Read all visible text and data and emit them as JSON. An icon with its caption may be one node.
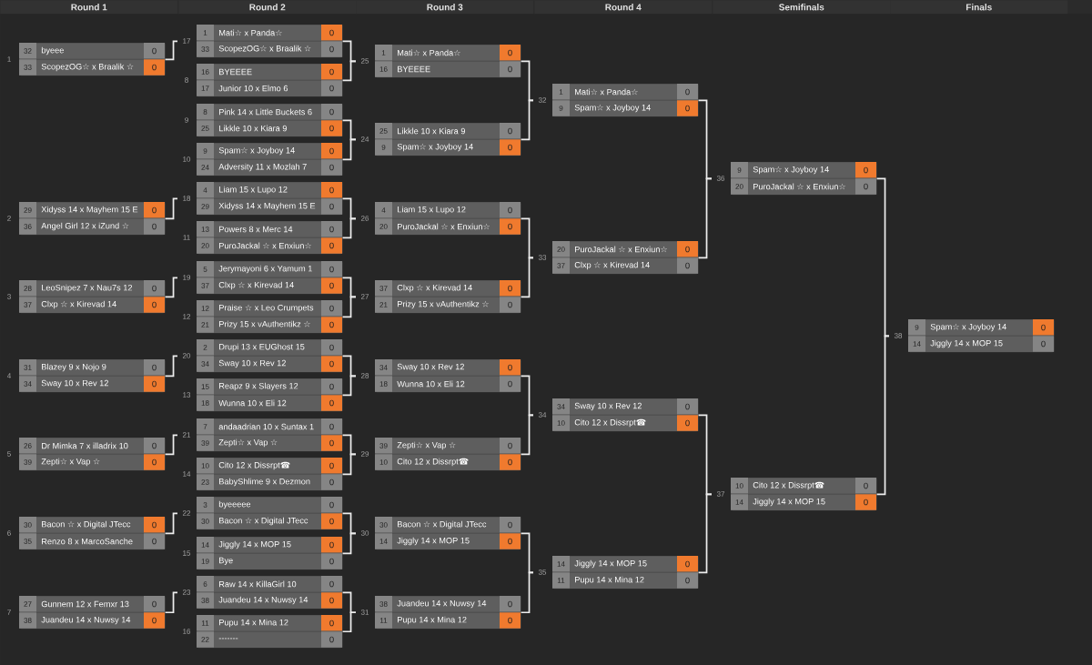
{
  "diagram": {
    "nodes": [
      {
        "text": [
          "Round 1"
        ]
      },
      {
        "text": [
          "Round 2"
        ]
      },
      {
        "text": [
          "Round 3"
        ]
      },
      {
        "text": [
          "Round 4"
        ]
      },
      {
        "text": [
          "Semifinals"
        ]
      },
      {
        "text": [
          "Finals"
        ]
      },
      {
        "text": [],
        "shape": "box",
        "beside": [
          "1"
        ]
      },
      {
        "text": [
          "32",
          "byeee",
          "0"
        ],
        "in": 6
      },
      {
        "text": [
          "33",
          "ScopezOG☆ x Braalik ☆",
          "0"
        ],
        "in": 6
      },
      {
        "text": [],
        "shape": "box",
        "beside": [
          "2"
        ]
      },
      {
        "text": [
          "29",
          "Xidyss 14 x Mayhem 15 E",
          "0"
        ],
        "in": 9
      },
      {
        "text": [
          "36",
          "Angel Girl 12 x iZund ☆",
          "0"
        ],
        "in": 9
      },
      {
        "text": [],
        "shape": "box",
        "beside": [
          "3"
        ]
      },
      {
        "text": [
          "28",
          "LeoSnipez 7 x Nau7s 12",
          "0"
        ],
        "in": 12
      },
      {
        "text": [
          "37",
          "Clxp ☆ x Kirevad 14",
          "0"
        ],
        "in": 12
      },
      {
        "text": [],
        "shape": "box",
        "beside": [
          "4"
        ]
      },
      {
        "text": [
          "31",
          "Blazey 9 x Nojo 9",
          "0"
        ],
        "in": 15
      },
      {
        "text": [
          "34",
          "Sway 10 x Rev 12",
          "0"
        ],
        "in": 15
      },
      {
        "text": [],
        "shape": "box",
        "beside": [
          "5"
        ]
      },
      {
        "text": [
          "26",
          "Dr Mimka 7 x illadrix 10",
          "0"
        ],
        "in": 18
      },
      {
        "text": [
          "39",
          "Zepti☆ x Vap ☆",
          "0"
        ],
        "in": 18
      },
      {
        "text": [],
        "shape": "box",
        "beside": [
          "6"
        ]
      },
      {
        "text": [
          "30",
          "Bacon ☆ x Digital JTecc",
          "0"
        ],
        "in": 21
      },
      {
        "text": [
          "35",
          "Renzo 8 x MarcoSanche",
          "0"
        ],
        "in": 21
      },
      {
        "text": [],
        "shape": "box",
        "beside": [
          "7"
        ]
      },
      {
        "text": [
          "27",
          "Gunnem 12 x Femxr 13",
          "0"
        ],
        "in": 24
      },
      {
        "text": [
          "38",
          "Juandeu 14 x Nuwsy 14",
          "0"
        ],
        "in": 24
      },
      {
        "text": [],
        "shape": "box",
        "beside": [
          "17"
        ]
      },
      {
        "text": [
          "1",
          "Mati☆ x Panda☆",
          "0"
        ],
        "in": 27
      },
      {
        "text": [
          "33",
          "ScopezOG☆ x Braalik ☆",
          "0"
        ],
        "in": 27
      },
      {
        "text": [],
        "shape": "box",
        "beside": [
          "8"
        ]
      },
      {
        "text": [
          "16",
          "BYEEEE",
          "0"
        ],
        "in": 30
      },
      {
        "text": [
          "17",
          "Junior 10 x Elmo 6",
          "0"
        ],
        "in": 30
      },
      {
        "text": [],
        "shape": "box",
        "beside": [
          "9"
        ]
      },
      {
        "text": [
          "8",
          "Pink 14 x Little Buckets 6",
          "0"
        ],
        "in": 33
      },
      {
        "text": [
          "25",
          "Likkle 10 x Kiara 9",
          "0"
        ],
        "in": 33
      },
      {
        "text": [],
        "shape": "box",
        "beside": [
          "10"
        ]
      },
      {
        "text": [
          "9",
          "Spam☆ x Joyboy 14",
          "0"
        ],
        "in": 36
      },
      {
        "text": [
          "24",
          "Adversity 11 x Mozlah 7",
          "0"
        ],
        "in": 36
      },
      {
        "text": [],
        "shape": "box",
        "beside": [
          "18"
        ]
      },
      {
        "text": [
          "4",
          "Liam 15 x Lupo 12",
          "0"
        ],
        "in": 39
      },
      {
        "text": [
          "29",
          "Xidyss 14 x Mayhem 15 E",
          "0"
        ],
        "in": 39
      },
      {
        "text": [],
        "shape": "box",
        "beside": [
          "11"
        ]
      },
      {
        "text": [
          "13",
          "Powers 8 x Merc 14",
          "0"
        ],
        "in": 42
      },
      {
        "text": [
          "20",
          "PuroJackal ☆ x Enxiun☆",
          "0"
        ],
        "in": 42
      },
      {
        "text": [],
        "shape": "box",
        "beside": [
          "19"
        ]
      },
      {
        "text": [
          "5",
          "Jerymayoni 6 x Yamum 1",
          "0"
        ],
        "in": 45
      },
      {
        "text": [
          "37",
          "Clxp ☆ x Kirevad 14",
          "0"
        ],
        "in": 45
      },
      {
        "text": [],
        "shape": "box",
        "beside": [
          "12"
        ]
      },
      {
        "text": [
          "12",
          "Praise ☆ x Leo Crumpets",
          "0"
        ],
        "in": 48
      },
      {
        "text": [
          "21",
          "Prizy 15 x vAuthentikz ☆",
          "0"
        ],
        "in": 48
      },
      {
        "text": [],
        "shape": "box",
        "beside": [
          "20"
        ]
      },
      {
        "text": [
          "2",
          "Drupi 13 x EUGhost 15",
          "0"
        ],
        "in": 51
      },
      {
        "text": [
          "34",
          "Sway 10 x Rev 12",
          "0"
        ],
        "in": 51
      },
      {
        "text": [],
        "shape": "box",
        "beside": [
          "13"
        ]
      },
      {
        "text": [
          "15",
          "Reapz 9 x Slayers 12",
          "0"
        ],
        "in": 54
      },
      {
        "text": [
          "18",
          "Wunna 10 x Eli 12",
          "0"
        ],
        "in": 54
      },
      {
        "text": [],
        "shape": "box",
        "beside": [
          "21"
        ]
      },
      {
        "text": [
          "7",
          "andaadrian 10 x Suntax 1",
          "0"
        ],
        "in": 57
      },
      {
        "text": [
          "39",
          "Zepti☆ x Vap ☆",
          "0"
        ],
        "in": 57
      },
      {
        "text": [],
        "shape": "box",
        "beside": [
          "14"
        ]
      },
      {
        "text": [
          "10",
          "Cito 12 x Dissrpt☎",
          "0"
        ],
        "in": 60
      },
      {
        "text": [
          "23",
          "BabyShlime 9 x Dezmon",
          "0"
        ],
        "in": 60
      },
      {
        "text": [],
        "shape": "box",
        "beside": [
          "22"
        ]
      },
      {
        "text": [
          "3",
          "byeeeee",
          "0"
        ],
        "in": 63
      },
      {
        "text": [
          "30",
          "Bacon ☆ x Digital JTecc",
          "0"
        ],
        "in": 63
      },
      {
        "text": [],
        "shape": "box",
        "beside": [
          "15"
        ]
      },
      {
        "text": [
          "14",
          "Jiggly 14 x MOP 15",
          "0"
        ],
        "in": 66
      },
      {
        "text": [
          "19",
          "Bye",
          "0"
        ],
        "in": 66
      },
      {
        "text": [],
        "shape": "box",
        "beside": [
          "23"
        ]
      },
      {
        "text": [
          "6",
          "Raw 14 x KillaGirl 10",
          "0"
        ],
        "in": 69
      },
      {
        "text": [
          "38",
          "Juandeu 14 x Nuwsy 14",
          "0"
        ],
        "in": 69
      },
      {
        "text": [],
        "shape": "box",
        "beside": [
          "16"
        ]
      },
      {
        "text": [
          "11",
          "Pupu 14 x Mina 12",
          "0"
        ],
        "in": 72
      },
      {
        "text": [
          "22",
          "-------",
          "0"
        ],
        "in": 72
      },
      {
        "text": [],
        "shape": "box",
        "beside": [
          "25"
        ]
      },
      {
        "text": [
          "1",
          "Mati☆ x Panda☆",
          "0"
        ],
        "in": 75
      },
      {
        "text": [
          "16",
          "BYEEEE",
          "0"
        ],
        "in": 75
      },
      {
        "text": [],
        "shape": "box",
        "beside": [
          "24"
        ]
      },
      {
        "text": [
          "25",
          "Likkle 10 x Kiara 9",
          "0"
        ],
        "in": 78
      },
      {
        "text": [
          "9",
          "Spam☆ x Joyboy 14",
          "0"
        ],
        "in": 78
      },
      {
        "text": [],
        "shape": "box",
        "beside": [
          "26"
        ]
      },
      {
        "text": [
          "4",
          "Liam 15 x Lupo 12",
          "0"
        ],
        "in": 81
      },
      {
        "text": [
          "20",
          "PuroJackal ☆ x Enxiun☆",
          "0"
        ],
        "in": 81
      },
      {
        "text": [],
        "shape": "box",
        "beside": [
          "27"
        ]
      },
      {
        "text": [
          "37",
          "Clxp ☆ x Kirevad 14",
          "0"
        ],
        "in": 84
      },
      {
        "text": [
          "21",
          "Prizy 15 x vAuthentikz ☆",
          "0"
        ],
        "in": 84
      },
      {
        "text": [],
        "shape": "box",
        "beside": [
          "28"
        ]
      },
      {
        "text": [
          "34",
          "Sway 10 x Rev 12",
          "0"
        ],
        "in": 87
      },
      {
        "text": [
          "18",
          "Wunna 10 x Eli 12",
          "0"
        ],
        "in": 87
      },
      {
        "text": [],
        "shape": "box",
        "beside": [
          "29"
        ]
      },
      {
        "text": [
          "39",
          "Zepti☆ x Vap ☆",
          "0"
        ],
        "in": 90
      },
      {
        "text": [
          "10",
          "Cito 12 x Dissrpt☎",
          "0"
        ],
        "in": 90
      },
      {
        "text": [],
        "shape": "box",
        "beside": [
          "30"
        ]
      },
      {
        "text": [
          "30",
          "Bacon ☆ x Digital JTecc",
          "0"
        ],
        "in": 93
      },
      {
        "text": [
          "14",
          "Jiggly 14 x MOP 15",
          "0"
        ],
        "in": 93
      },
      {
        "text": [],
        "shape": "box",
        "beside": [
          "31"
        ]
      },
      {
        "text": [
          "38",
          "Juandeu 14 x Nuwsy 14",
          "0"
        ],
        "in": 96
      },
      {
        "text": [
          "11",
          "Pupu 14 x Mina 12",
          "0"
        ],
        "in": 96
      },
      {
        "text": [],
        "shape": "box",
        "beside": [
          "32"
        ]
      },
      {
        "text": [
          "1",
          "Mati☆ x Panda☆",
          "0"
        ],
        "in": 99
      },
      {
        "text": [
          "9",
          "Spam☆ x Joyboy 14",
          "0"
        ],
        "in": 99
      },
      {
        "text": [],
        "shape": "box",
        "beside": [
          "33"
        ]
      },
      {
        "text": [
          "20",
          "PuroJackal ☆ x Enxiun☆",
          "0"
        ],
        "in": 102
      },
      {
        "text": [
          "37",
          "Clxp ☆ x Kirevad 14",
          "0"
        ],
        "in": 102
      },
      {
        "text": [],
        "shape": "box",
        "beside": [
          "34"
        ]
      },
      {
        "text": [
          "34",
          "Sway 10 x Rev 12",
          "0"
        ],
        "in": 105
      },
      {
        "text": [
          "10",
          "Cito 12 x Dissrpt☎",
          "0"
        ],
        "in": 105
      },
      {
        "text": [],
        "shape": "box",
        "beside": [
          "35"
        ]
      },
      {
        "text": [
          "14",
          "Jiggly 14 x MOP 15",
          "0"
        ],
        "in": 108
      },
      {
        "text": [
          "11",
          "Pupu 14 x Mina 12",
          "0"
        ],
        "in": 108
      },
      {
        "text": [],
        "shape": "box",
        "beside": [
          "36"
        ]
      },
      {
        "text": [
          "9",
          "Spam☆ x Joyboy 14",
          "0"
        ],
        "in": 111
      },
      {
        "text": [
          "20",
          "PuroJackal ☆ x Enxiun☆",
          "0"
        ],
        "in": 111
      },
      {
        "text": [],
        "shape": "box",
        "beside": [
          "37"
        ]
      },
      {
        "text": [
          "10",
          "Cito 12 x Dissrpt☎",
          "0"
        ],
        "in": 114
      },
      {
        "text": [
          "14",
          "Jiggly 14 x MOP 15",
          "0"
        ],
        "in": 114
      },
      {
        "text": [],
        "shape": "box",
        "beside": [
          "38"
        ]
      },
      {
        "text": [
          "9",
          "Spam☆ x Joyboy 14",
          "0"
        ],
        "in": 117
      },
      {
        "text": [
          "14",
          "Jiggly 14 x MOP 15",
          "0"
        ],
        "in": 117
      }
    ],
    "edges": [
      {
        "from": 6,
        "to": 27,
        "arrow": "none"
      },
      {
        "from": 9,
        "to": 39,
        "arrow": "none"
      },
      {
        "from": 12,
        "to": 45,
        "arrow": "none"
      },
      {
        "from": 15,
        "to": 51,
        "arrow": "none"
      },
      {
        "from": 18,
        "to": 57,
        "arrow": "none"
      },
      {
        "from": 21,
        "to": 63,
        "arrow": "none"
      },
      {
        "from": 24,
        "to": 69,
        "arrow": "none"
      },
      {
        "from": 27,
        "to": 75,
        "arrow": "none"
      },
      {
        "from": 30,
        "to": 75,
        "arrow": "none"
      },
      {
        "from": 33,
        "to": 78,
        "arrow": "none"
      },
      {
        "from": 36,
        "to": 78,
        "arrow": "none"
      },
      {
        "from": 39,
        "to": 81,
        "arrow": "none"
      },
      {
        "from": 42,
        "to": 81,
        "arrow": "none"
      },
      {
        "from": 45,
        "to": 84,
        "arrow": "none"
      },
      {
        "from": 48,
        "to": 84,
        "arrow": "none"
      },
      {
        "from": 51,
        "to": 87,
        "arrow": "none"
      },
      {
        "from": 54,
        "to": 87,
        "arrow": "none"
      },
      {
        "from": 57,
        "to": 90,
        "arrow": "none"
      },
      {
        "from": 60,
        "to": 90,
        "arrow": "none"
      },
      {
        "from": 63,
        "to": 93,
        "arrow": "none"
      },
      {
        "from": 66,
        "to": 93,
        "arrow": "none"
      },
      {
        "from": 69,
        "to": 96,
        "arrow": "none"
      },
      {
        "from": 72,
        "to": 96,
        "arrow": "none"
      },
      {
        "from": 75,
        "to": 99,
        "arrow": "none"
      },
      {
        "from": 78,
        "to": 99,
        "arrow": "none"
      },
      {
        "from": 81,
        "to": 102,
        "arrow": "none"
      },
      {
        "from": 84,
        "to": 102,
        "arrow": "none"
      },
      {
        "from": 87,
        "to": 105,
        "arrow": "none"
      },
      {
        "from": 90,
        "to": 105,
        "arrow": "none"
      },
      {
        "from": 93,
        "to": 108,
        "arrow": "none"
      },
      {
        "from": 96,
        "to": 108,
        "arrow": "none"
      },
      {
        "from": 99,
        "to": 111,
        "arrow": "none"
      },
      {
        "from": 102,
        "to": 111,
        "arrow": "none"
      },
      {
        "from": 105,
        "to": 114,
        "arrow": "none"
      },
      {
        "from": 108,
        "to": 114,
        "arrow": "none"
      },
      {
        "from": 111,
        "to": 117,
        "arrow": "none"
      },
      {
        "from": 114,
        "to": 117,
        "arrow": "none"
      }
    ]
  }
}
